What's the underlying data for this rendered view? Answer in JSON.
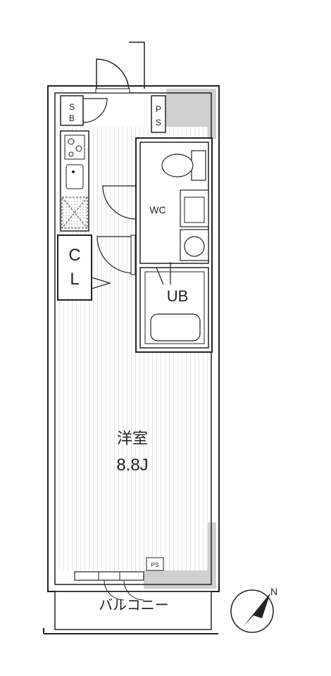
{
  "rooms": {
    "main_room_name": "洋室",
    "main_room_size": "8.8J",
    "toilet": "WC",
    "bath": "UB",
    "closet_c": "C",
    "closet_l": "L",
    "balcony": "バルコニー"
  },
  "small_labels": {
    "shoebox_s": "S",
    "shoebox_b": "B",
    "pipe_space_p": "P",
    "pipe_space_s": "S",
    "pipe_space_small": "PS"
  },
  "compass": {
    "north_label": "N",
    "icon": "north-arrow-icon"
  },
  "colors": {
    "wall": "#222222",
    "shaded": "#cfcfcf",
    "floor_stripe": "#e6e6e6"
  }
}
